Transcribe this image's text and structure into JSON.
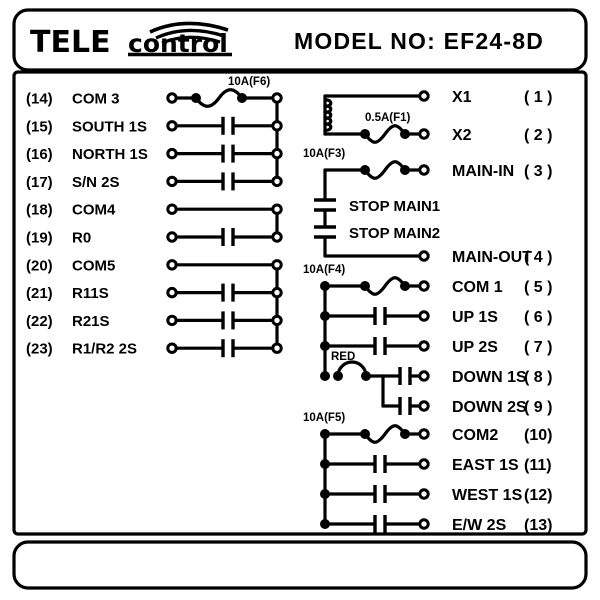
{
  "header": {
    "brand_tele": "TELE",
    "brand_control": "control",
    "model_label": "MODEL NO: EF24-8D"
  },
  "left_terminals": [
    {
      "num": "(14)",
      "name": "COM 3",
      "symbol": "fuse",
      "fuse": "10A(F6)"
    },
    {
      "num": "(15)",
      "name": "SOUTH 1S",
      "symbol": "contact",
      "fuse": ""
    },
    {
      "num": "(16)",
      "name": "NORTH 1S",
      "symbol": "contact",
      "fuse": ""
    },
    {
      "num": "(17)",
      "name": "S/N 2S",
      "symbol": "contact",
      "fuse": ""
    },
    {
      "num": "(18)",
      "name": "COM4",
      "symbol": "plain",
      "fuse": ""
    },
    {
      "num": "(19)",
      "name": "R0",
      "symbol": "contact",
      "fuse": ""
    },
    {
      "num": "(20)",
      "name": "COM5",
      "symbol": "plain",
      "fuse": ""
    },
    {
      "num": "(21)",
      "name": "R11S",
      "symbol": "contact",
      "fuse": ""
    },
    {
      "num": "(22)",
      "name": "R21S",
      "symbol": "contact",
      "fuse": ""
    },
    {
      "num": "(23)",
      "name": "R1/R2 2S",
      "symbol": "contact",
      "fuse": ""
    }
  ],
  "right_terminals": [
    {
      "num": "( 1 )",
      "name": "X1",
      "symbol": "coil-top",
      "fuse": ""
    },
    {
      "num": "( 2 )",
      "name": "X2",
      "symbol": "fuse",
      "fuse": "0.5A(F1)"
    },
    {
      "num": "( 3 )",
      "name": "MAIN-IN",
      "symbol": "fuse",
      "fuse": "10A(F3)"
    },
    {
      "num": "( 4 )",
      "name": "MAIN-OUT",
      "symbol": "plain",
      "fuse": ""
    },
    {
      "num": "( 5 )",
      "name": "COM 1",
      "symbol": "fuse",
      "fuse": "10A(F4)"
    },
    {
      "num": "( 6 )",
      "name": "UP  1S",
      "symbol": "contact",
      "fuse": ""
    },
    {
      "num": "( 7 )",
      "name": "UP  2S",
      "symbol": "contact",
      "fuse": ""
    },
    {
      "num": "( 8 )",
      "name": "DOWN 1S",
      "symbol": "contact",
      "fuse": ""
    },
    {
      "num": "( 9 )",
      "name": "DOWN 2S",
      "symbol": "contact",
      "fuse": ""
    },
    {
      "num": "(10)",
      "name": "COM2",
      "symbol": "fuse",
      "fuse": "10A(F5)"
    },
    {
      "num": "(11)",
      "name": "EAST 1S",
      "symbol": "contact",
      "fuse": ""
    },
    {
      "num": "(12)",
      "name": "WEST 1S",
      "symbol": "contact",
      "fuse": ""
    },
    {
      "num": "(13)",
      "name": "E/W 2S",
      "symbol": "contact",
      "fuse": ""
    }
  ],
  "inline_labels": {
    "stop_main_1": "STOP MAIN1",
    "stop_main_2": "STOP MAIN2",
    "red_lamp": "RED"
  },
  "colors": {
    "ink": "#000000",
    "paper": "#ffffff"
  }
}
